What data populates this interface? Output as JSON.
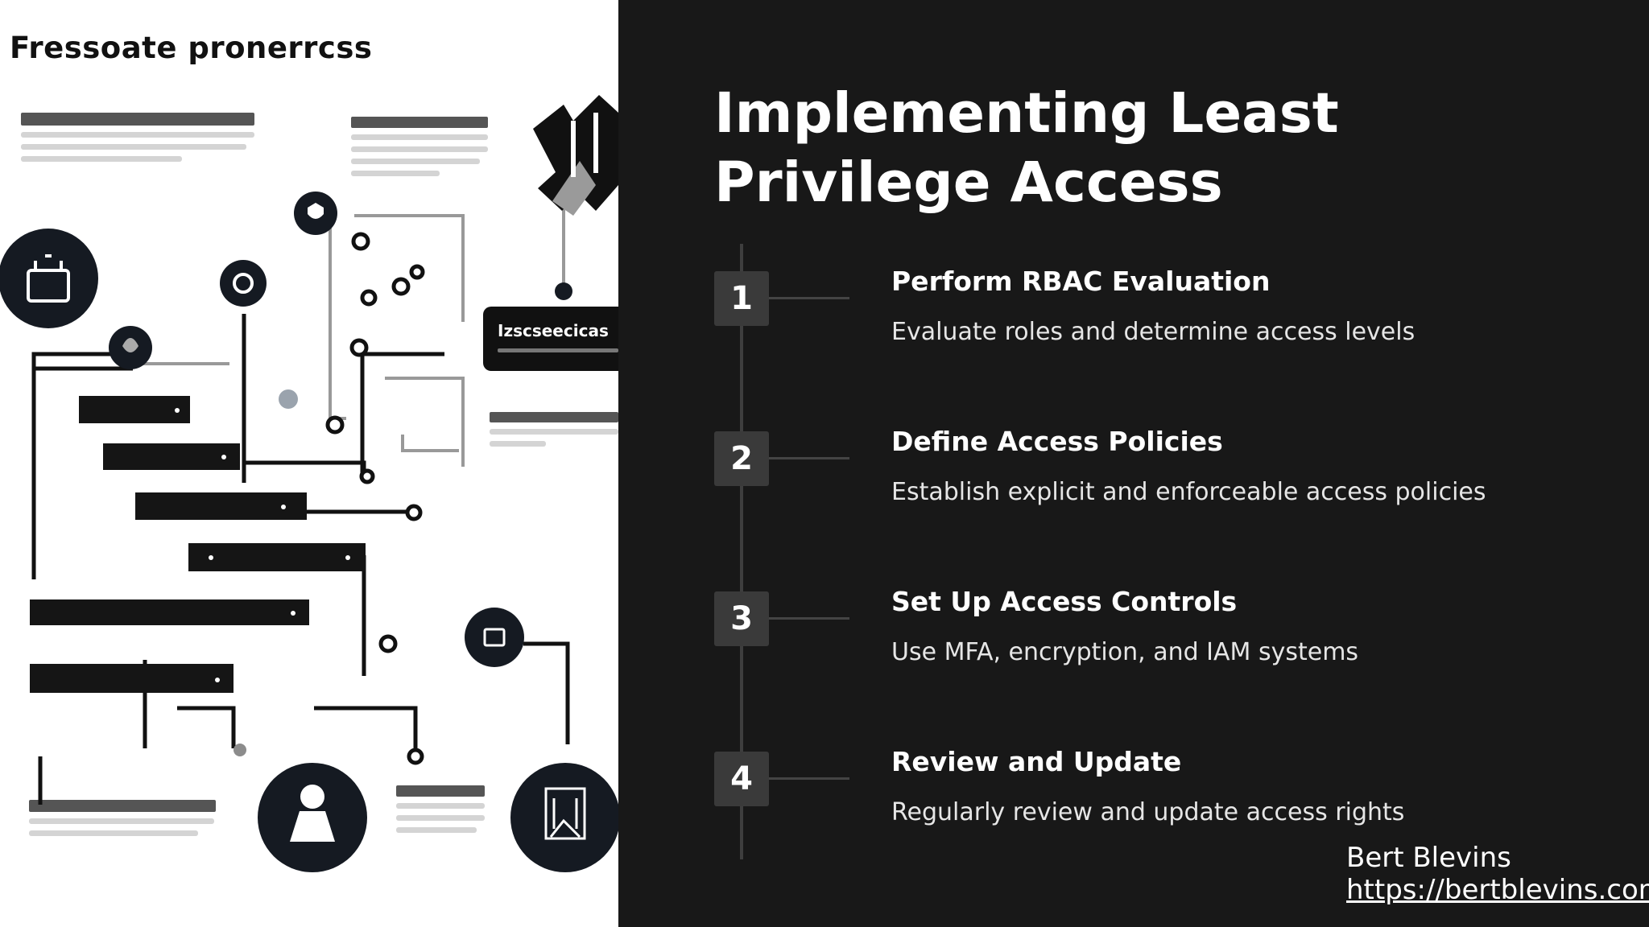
{
  "illustration": {
    "title": "Fressoate pronerrcss",
    "badge_text": "Izscseecicas",
    "icon_names": [
      "shield-icon",
      "lock-icon",
      "person-icon",
      "document-icon",
      "building-icon",
      "key-icon"
    ]
  },
  "slide": {
    "title": "Implementing Least Privilege Access",
    "steps": [
      {
        "number": "1",
        "title": "Perform RBAC Evaluation",
        "description": "Evaluate roles and determine access levels"
      },
      {
        "number": "2",
        "title": "Define Access Policies",
        "description": "Establish explicit and enforceable access policies"
      },
      {
        "number": "3",
        "title": "Set Up Access Controls",
        "description": "Use MFA, encryption, and IAM systems"
      },
      {
        "number": "4",
        "title": "Review and Update",
        "description": "Regularly review and update access rights"
      }
    ]
  },
  "footer": {
    "author": "Bert Blevins",
    "link": "https://bertblevins.com"
  },
  "colors": {
    "background": "#181818",
    "panel": "#ffffff",
    "step_box": "#3a3a3a",
    "text": "#ffffff"
  }
}
